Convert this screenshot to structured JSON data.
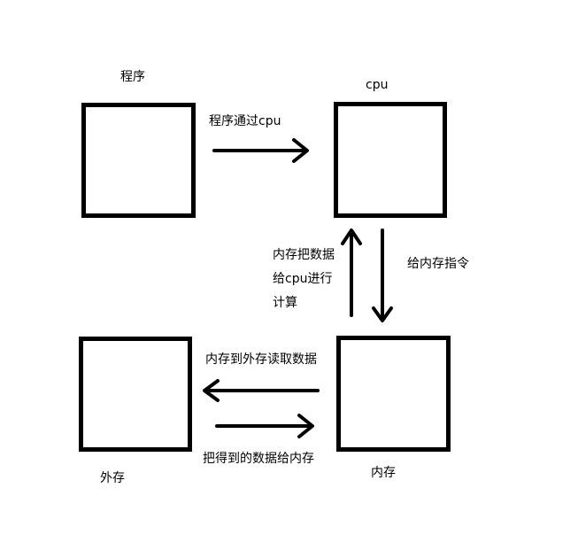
{
  "nodes": {
    "program": {
      "label": "程序"
    },
    "cpu": {
      "label": "cpu"
    },
    "external_storage": {
      "label": "外存"
    },
    "memory": {
      "label": "内存"
    }
  },
  "edges": {
    "program_to_cpu": {
      "label": "程序通过cpu"
    },
    "cpu_to_memory": {
      "label": "给内存指令"
    },
    "memory_to_cpu": {
      "lines": [
        "内存把数据",
        "给cpu进行",
        "计算"
      ]
    },
    "memory_to_external": {
      "label": "内存到外存读取数据"
    },
    "external_to_memory": {
      "label": "把得到的数据给内存"
    }
  }
}
